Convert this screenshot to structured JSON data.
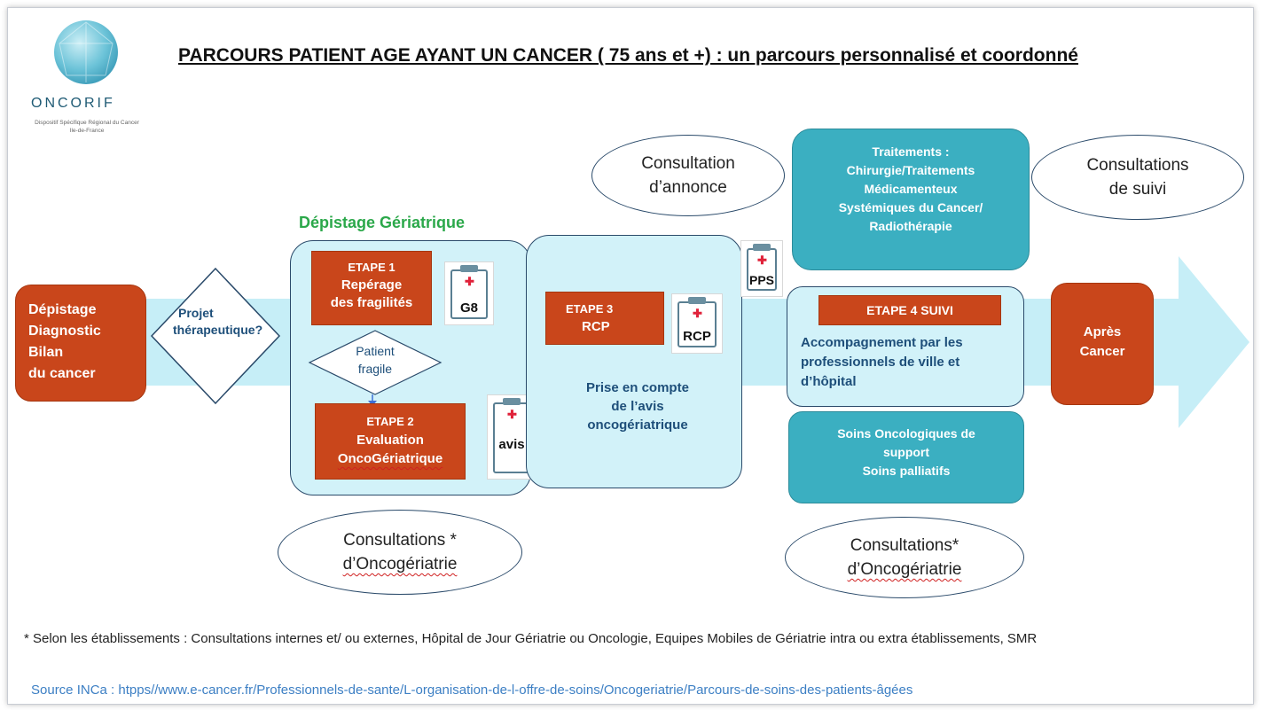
{
  "title": "PARCOURS PATIENT AGE AYANT UN CANCER ( 75 ans et +) :  un parcours personnalisé et coordonné",
  "logo": {
    "name": "ONCORIF",
    "subtitle": [
      "Dispositif Spécifique Régional du Cancer",
      "Ile-de-France"
    ]
  },
  "colors": {
    "orange": "#c9461b",
    "teal": "#3bafc1",
    "panel": "#d2f2f9",
    "arrow": "#c6eef7",
    "green": "#2ba84a"
  },
  "boxes": {
    "start": [
      "Dépistage",
      "Diagnostic",
      "Bilan",
      "du cancer"
    ],
    "decision": [
      "Projet",
      "thérapeutique?"
    ],
    "depistage_title": "Dépistage Gériatrique",
    "etape1": [
      "ETAPE 1",
      "Repérage",
      "des fragilités"
    ],
    "patient_fragile": [
      "Patient",
      "fragile"
    ],
    "etape2": [
      "ETAPE 2",
      "Evaluation",
      "OncoGériatrique"
    ],
    "etape3": [
      "ETAPE 3",
      "RCP"
    ],
    "prise_en_compte": [
      "Prise en compte",
      "de l’avis",
      "oncogériatrique"
    ],
    "consult_annonce": [
      "Consultation",
      "d’annonce"
    ],
    "traitements": [
      "Traitements :",
      "Chirurgie/Traitements",
      "Médicamenteux",
      "Systémiques du Cancer/",
      "Radiothérapie"
    ],
    "consult_suivi": [
      "Consultations",
      "de suivi"
    ],
    "etape4": "ETAPE 4 SUIVI",
    "accompagnement": [
      "Accompagnement par les",
      "professionnels de ville et",
      "d’hôpital"
    ],
    "soins": [
      "Soins Oncologiques de",
      "support",
      "Soins palliatifs"
    ],
    "apres": [
      "Après",
      "Cancer"
    ],
    "consult_onco_left": [
      "Consultations *",
      "d’Oncogériatrie"
    ],
    "consult_onco_right": [
      "Consultations*",
      "d’Oncogériatrie"
    ]
  },
  "icons": {
    "g8": "G8",
    "avis": "avis",
    "rcp": "RCP",
    "pps": "PPS"
  },
  "footnote": "* Selon les établissements : Consultations internes et/ ou externes, Hôpital de Jour Gériatrie ou Oncologie, Equipes Mobiles de Gériatrie intra ou extra établissements, SMR",
  "source": "Source INCa : htpps//www.e-cancer.fr/Professionnels-de-sante/L-organisation-de-l-offre-de-soins/Oncogeriatrie/Parcours-de-soins-des-patients-âgées"
}
